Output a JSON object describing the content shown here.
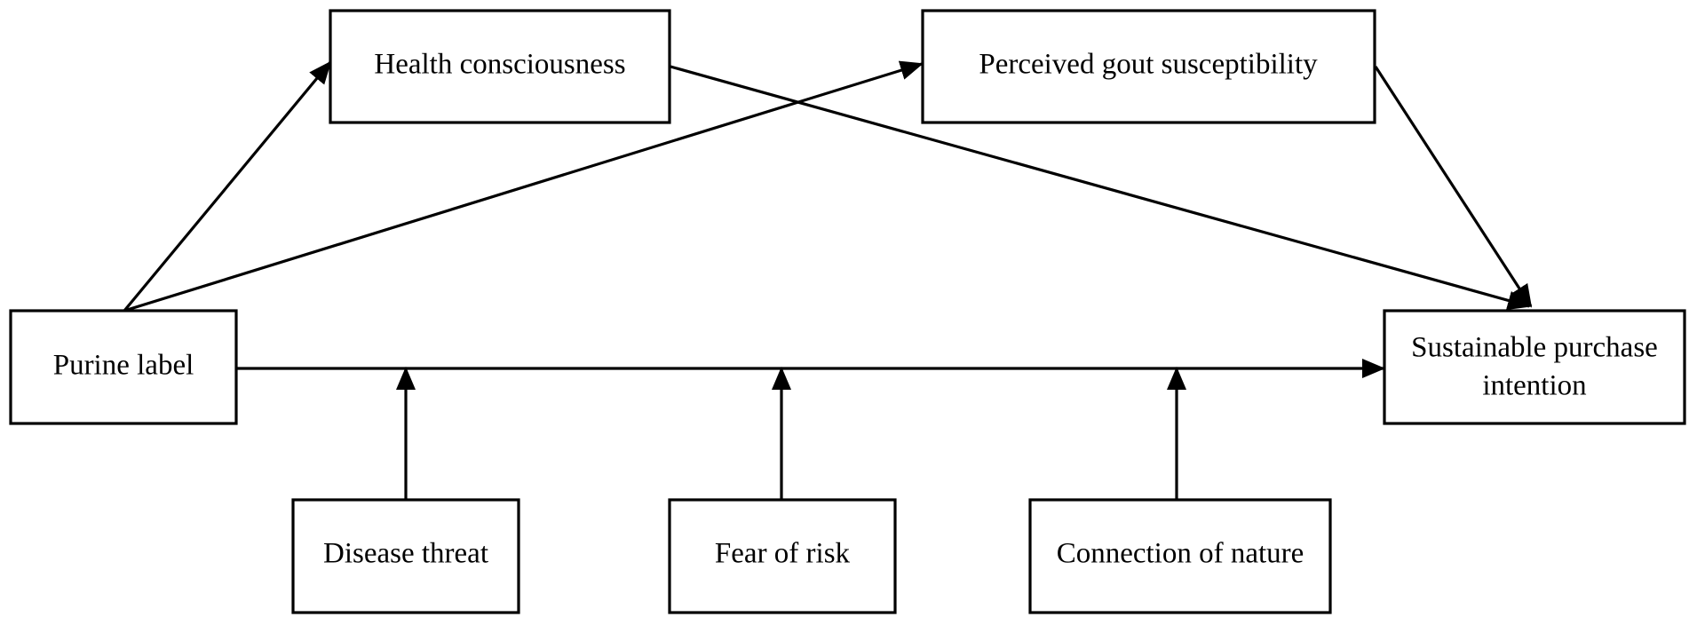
{
  "nodes": {
    "health_consciousness": {
      "label": "Health consciousness"
    },
    "perceived_gout_susceptibility": {
      "label": "Perceived gout susceptibility"
    },
    "purine_label": {
      "label": "Purine label"
    },
    "sustainable_purchase_intention": {
      "line1": "Sustainable purchase",
      "line2": "intention"
    },
    "disease_threat": {
      "label": "Disease threat"
    },
    "fear_of_risk": {
      "label": "Fear of risk"
    },
    "connection_of_nature": {
      "label": "Connection of nature"
    }
  },
  "edges": [
    {
      "from": "Purine label",
      "to": "Health consciousness"
    },
    {
      "from": "Purine label",
      "to": "Perceived gout susceptibility"
    },
    {
      "from": "Health consciousness",
      "to": "Sustainable purchase intention"
    },
    {
      "from": "Perceived gout susceptibility",
      "to": "Sustainable purchase intention"
    },
    {
      "from": "Purine label",
      "to": "Sustainable purchase intention"
    },
    {
      "from": "Disease threat",
      "to": "Purine label → Sustainable purchase intention"
    },
    {
      "from": "Fear of risk",
      "to": "Purine label → Sustainable purchase intention"
    },
    {
      "from": "Connection of nature",
      "to": "Purine label → Sustainable purchase intention"
    }
  ]
}
